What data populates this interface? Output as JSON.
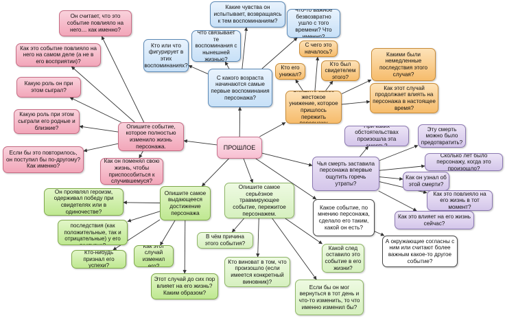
{
  "center": "ПРОШЛОЕ",
  "pink": {
    "main": "Опишите событие, которое полностью изменило жизнь персонажа.",
    "q1": "Он считает, что это событие повлияло на него… как именно?",
    "q2": "Как это событие повлияло на него на самом деле (а не в его восприятии)?",
    "q3": "Какую роль он при этом сыграл?",
    "q4": "Какую роль при этом сыграли его родные и близкие?",
    "q5": "Если бы это повторилось, он поступил бы по-другому? Как именно?",
    "q6": "Как он поменял свою жизнь, чтобы приспособиться к случившемуся?"
  },
  "blue": {
    "main": "С какого возраста начинаются самые первые воспоминания персонажа?",
    "q1": "Какие чувства он испытывает, возвращаясь к тем воспоминаниям?",
    "q2": "Что связывает те воспоминания с нынешней жизнью?",
    "q3": "Кто или что фигурирует в этих воспоминаниях?",
    "q4": "Что-то важное безвозвратно ушло с того времени? Что именно?"
  },
  "orange": {
    "main": "Опишите самое жестокое унижение, которое пришлось пережить персонажу",
    "q1": "С чего это началось?",
    "q2": "Кто его унижал?",
    "q3": "Кто был свидетелем этого?",
    "q4": "Какими были немедленные последствия этого случая?",
    "q5": "Как этот случай продолжает влиять на персонажа в настоящее время?"
  },
  "lilac": {
    "main": "Чья смерть заставила персонажа впервые ощутить горечь утраты?",
    "q1": "При каких обстоятельствах произошла эта смерть?",
    "q2": "Эту смерть можно было предотвратить?",
    "q3": "Сколько лет было персонажу, когда это произошло?",
    "q4": "Как он узнал об этой смерти?",
    "q5": "Как это повлияло на его жизнь в тот момент?",
    "q6": "Как это влияет на его жизнь сейчас?"
  },
  "white": {
    "q1": "Какое событие, по мнению персонажа, сделало его таким, какой он есть?",
    "q2": "А окружающие согласны с ним или считают более важным какое-то другое событие?"
  },
  "green": {
    "main": "Опишите самое выдающееся достижение персонажа",
    "q1": "Он проявлял героизм, одерживал победу при свидетелях или в одиночестве?",
    "q2": "Какие были последствия (как положительные, так и отрицательные) у его поступка?",
    "q3": "Кто-нибудь признал его успехи?",
    "q4": "Как этот случай изменил его?",
    "q5": "Этот случай до сих пор влияет на его жизнь? Каким образом?"
  },
  "lgreen": {
    "main": "Опишите самое серьёзное травмирующее событие, пережитое персонажем.",
    "q1": "В чём причина этого события?",
    "q2": "Кто виноват в том, что произошло (если имеется конкретный виновник)?",
    "q3": "Какой след оставило это событие в его жизни?",
    "q4": "Если бы он мог вернуться в тот день и что-то изменить, то что именно изменил бы?"
  },
  "colors": {
    "edge": "#333333"
  }
}
